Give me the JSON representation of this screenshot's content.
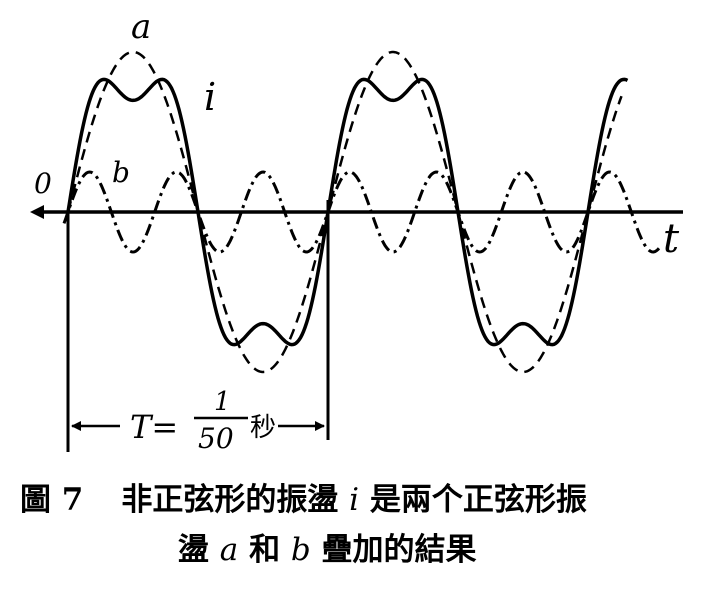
{
  "labels": {
    "origin": "0",
    "time_axis": "t",
    "wave_a": "a",
    "wave_b": "b",
    "wave_i": "i",
    "period_T": "T=",
    "period_num": "1",
    "period_den": "50",
    "period_unit": "秒"
  },
  "caption": {
    "fig_number": "圖 7",
    "line1_part1": "非正弦形的振盪",
    "line1_var_i": "i",
    "line1_part2": "是兩个正弦形振",
    "line2_part1": "盪",
    "line2_var_a": "a",
    "line2_part2": "和",
    "line2_var_b": "b",
    "line2_part3": "疊加的結果"
  },
  "waves": {
    "a": {
      "description_from_caption": "正弦形振盪",
      "relative_frequency": 1,
      "relative_amplitude": 1.0
    },
    "b": {
      "description_from_caption": "正弦形振盪",
      "relative_frequency": 3,
      "relative_amplitude": 0.25
    },
    "i": {
      "description_from_caption": "非正弦形的振盪"
    }
  },
  "colors": {
    "ink": "#000000",
    "paper": "#ffffff"
  }
}
